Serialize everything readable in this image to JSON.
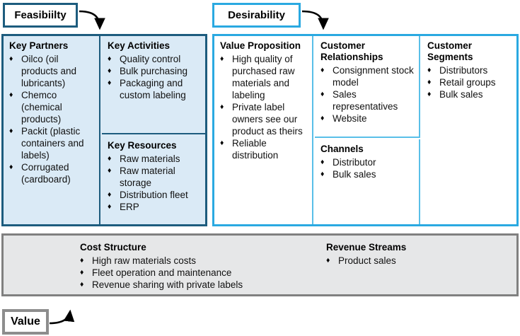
{
  "labels": {
    "feasibility": "Feasibiilty",
    "desirability": "Desirability",
    "value": "Value"
  },
  "bullet_glyph": "♦",
  "colors": {
    "feasibility_border": "#1d5c7e",
    "feasibility_fill": "#daeaf6",
    "desirability_border": "#2aa9e1",
    "desirability_divider": "#59bfe8",
    "value_border": "#808080",
    "value_fill": "#e6e7e8",
    "arrow": "#000000"
  },
  "sections": {
    "key_partners": {
      "title": "Key Partners",
      "items": [
        "Oilco (oil products and lubricants)",
        "Chemco (chemical products)",
        "Packit (plastic containers and labels)",
        "Corrugated (cardboard)"
      ]
    },
    "key_activities": {
      "title": "Key Activities",
      "items": [
        "Quality control",
        "Bulk purchasing",
        "Packaging and custom labeling"
      ]
    },
    "key_resources": {
      "title": "Key Resources",
      "items": [
        "Raw materials",
        "Raw material storage",
        "Distribution fleet",
        "ERP"
      ]
    },
    "value_proposition": {
      "title": "Value Proposition",
      "items": [
        "High quality of purchased raw materials and labeling",
        "Private label owners see our product as theirs",
        "Reliable distribution"
      ]
    },
    "customer_relationships": {
      "title": "Customer Relationships",
      "items": [
        "Consignment stock model",
        "Sales representatives",
        "Website"
      ]
    },
    "channels": {
      "title": "Channels",
      "items": [
        "Distributor",
        "Bulk sales"
      ]
    },
    "customer_segments": {
      "title": "Customer Segments",
      "items": [
        "Distributors",
        "Retail groups",
        "Bulk sales"
      ]
    },
    "cost_structure": {
      "title": "Cost Structure",
      "items": [
        "High raw materials costs",
        "Fleet operation and maintenance",
        "Revenue sharing with private labels"
      ]
    },
    "revenue_streams": {
      "title": "Revenue Streams",
      "items": [
        "Product sales"
      ]
    }
  }
}
